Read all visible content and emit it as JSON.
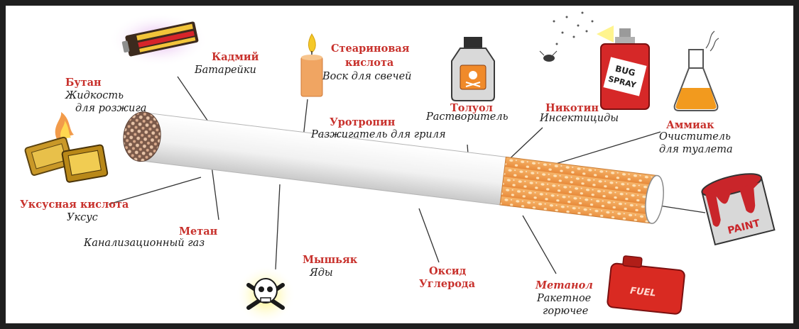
{
  "labels": {
    "butane": {
      "name": "Бутан",
      "use_1": "Жидкость",
      "use_2": "для розжига"
    },
    "cadmium": {
      "name": "Кадмий",
      "use": "Батарейки"
    },
    "stearic": {
      "name_1": "Стеариновая",
      "name_2": "кислота",
      "use": "Воск для свечей"
    },
    "toluene": {
      "name": "Толуол",
      "use": "Растворитель"
    },
    "nicotine": {
      "name": "Никотин",
      "use": "Инсектициды"
    },
    "ammonia": {
      "name": "Аммиак",
      "use_1": "Очиститель",
      "use_2": "для туалета"
    },
    "urotropin": {
      "name": "Уротропин",
      "use": "Разжигатель для гриля"
    },
    "acetic": {
      "name": "Уксусная кислота",
      "use": "Уксус"
    },
    "methane": {
      "name": "Метан",
      "use": "Канализационный газ"
    },
    "arsenic": {
      "name": "Мышьяк",
      "use": "Яды"
    },
    "carbon_oxide": {
      "name_1": "Оксид",
      "name_2": "Углерода"
    },
    "methanol": {
      "name": "Метанол",
      "use_1": "Ракетное",
      "use_2": "горючее"
    }
  },
  "illustrations": {
    "bug_spray_text_1": "BUG",
    "bug_spray_text_2": "SPRAY",
    "paint_can_text": "PAINT",
    "fuel_can_text": "FUEL"
  },
  "colors": {
    "label_red": "#c8312c",
    "filter_orange": "#f0a050",
    "frame": "#1f1f1f"
  }
}
